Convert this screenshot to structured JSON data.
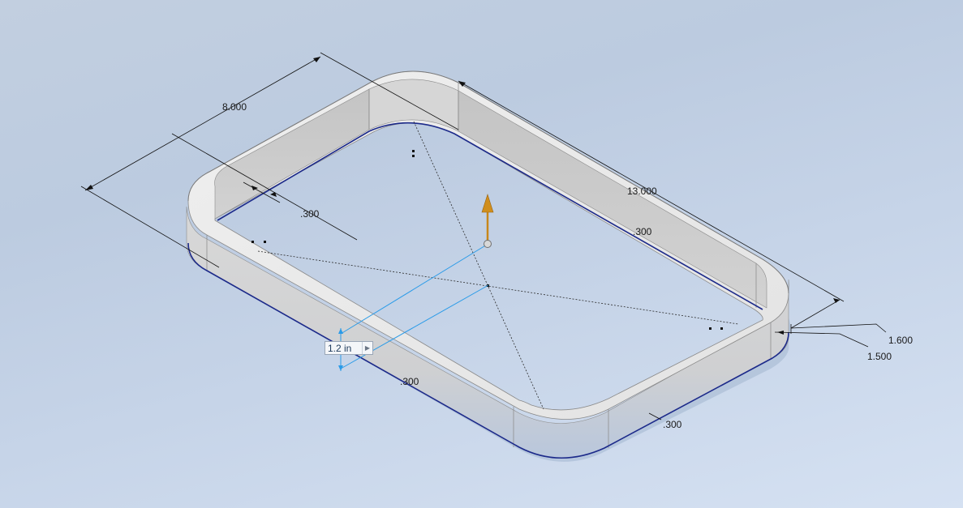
{
  "dimensions": {
    "width_overall": "8.000",
    "length_overall": "13.000",
    "wall_left": ".300",
    "wall_right": ".300",
    "wall_front": ".300",
    "wall_bottom_right": ".300",
    "height_outer": "1.600",
    "height_inner": "1.500"
  },
  "extrude_input": {
    "value": "1.2 in"
  },
  "colors": {
    "edge_highlight": "#1c2a8a",
    "manipulator_arrow": "#c8871a",
    "preview_lines": "#2a9be8"
  }
}
